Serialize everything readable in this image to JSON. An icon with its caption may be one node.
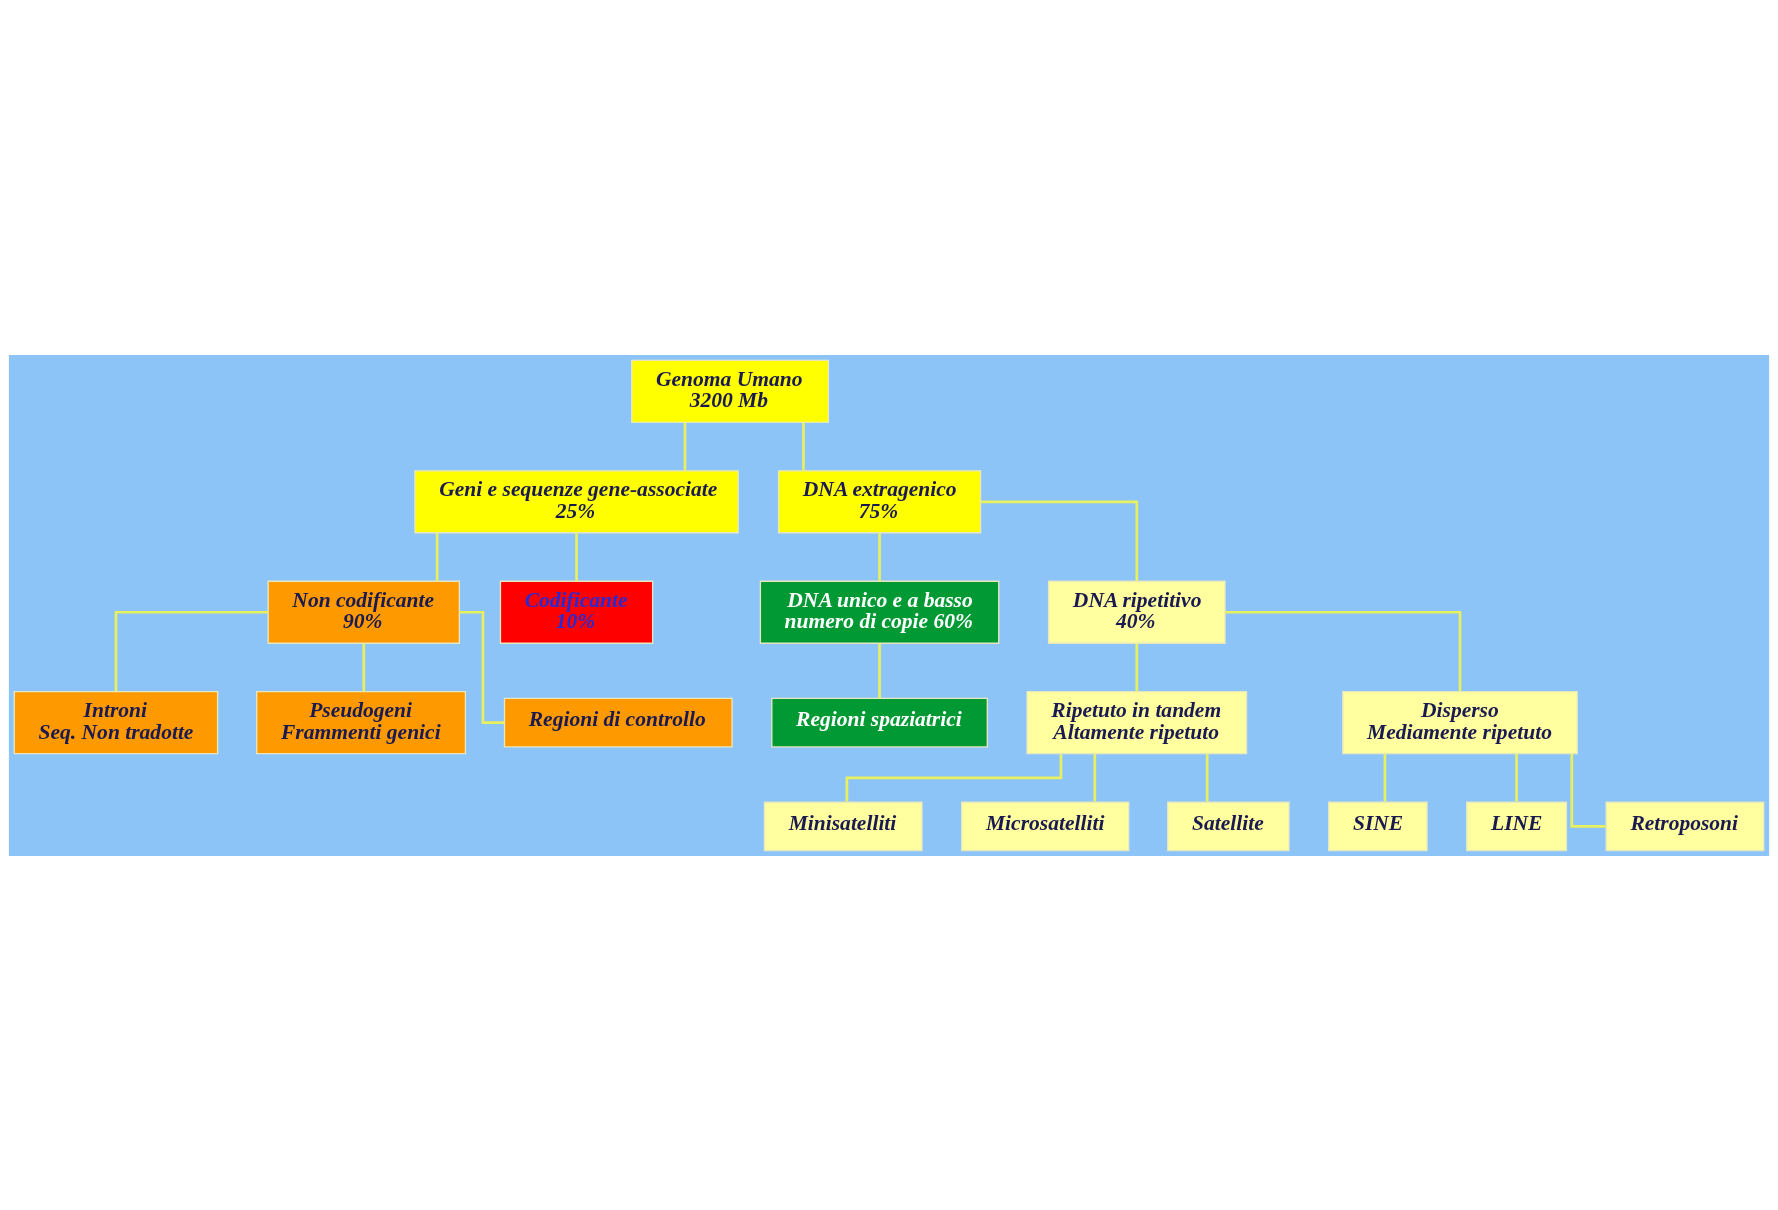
{
  "diagram": {
    "nodes": [
      {
        "text": [
          "Genoma Umano",
          "3200 Mb"
        ]
      },
      {
        "text": [
          "Geni e sequenze gene-associate",
          "25%"
        ]
      },
      {
        "text": [
          "DNA extragenico",
          "75%"
        ]
      },
      {
        "text": [
          "Non codificante",
          "90%"
        ]
      },
      {
        "text": [
          "Codificante",
          "10%"
        ]
      },
      {
        "text": [
          "DNA unico e a basso numero di copie 60%"
        ]
      },
      {
        "text": [
          "DNA ripetitivo",
          "40%"
        ]
      },
      {
        "text": [
          "Regioni spaziatrici"
        ]
      },
      {
        "text": [
          "Introni",
          "Seq. Non tradotte"
        ]
      },
      {
        "text": [
          "Pseudogeni",
          "Frammenti genici"
        ]
      },
      {
        "text": [
          "Regioni di controllo"
        ]
      },
      {
        "text": [
          "Ripetuto in tandem",
          "Altamente ripetuto"
        ]
      },
      {
        "text": [
          "Disperso",
          "Mediamente ripetuto"
        ]
      },
      {
        "text": [
          "Minisatelliti"
        ]
      },
      {
        "text": [
          "Microsatelliti"
        ]
      },
      {
        "text": [
          "Satellite"
        ]
      },
      {
        "text": [
          "SINE"
        ]
      },
      {
        "text": [
          "LINE"
        ]
      },
      {
        "text": [
          "Retroposoni"
        ]
      }
    ],
    "edges": [
      {
        "from": 0,
        "to": 1,
        "arrow": "none"
      },
      {
        "from": 0,
        "to": 2,
        "arrow": "none"
      },
      {
        "from": 1,
        "to": 3,
        "arrow": "none"
      },
      {
        "from": 1,
        "to": 4,
        "arrow": "none"
      },
      {
        "from": 2,
        "to": 5,
        "arrow": "none"
      },
      {
        "from": 2,
        "to": 6,
        "arrow": "none"
      },
      {
        "from": 5,
        "to": 7,
        "arrow": "none"
      },
      {
        "from": 3,
        "to": 8,
        "arrow": "none"
      },
      {
        "from": 3,
        "to": 9,
        "arrow": "none"
      },
      {
        "from": 3,
        "to": 10,
        "arrow": "none"
      },
      {
        "from": 6,
        "to": 11,
        "arrow": "none"
      },
      {
        "from": 6,
        "to": 12,
        "arrow": "none"
      },
      {
        "from": 11,
        "to": 13,
        "arrow": "none"
      },
      {
        "from": 11,
        "to": 14,
        "arrow": "none"
      },
      {
        "from": 11,
        "to": 15,
        "arrow": "none"
      },
      {
        "from": 12,
        "to": 16,
        "arrow": "none"
      },
      {
        "from": 12,
        "to": 17,
        "arrow": "none"
      },
      {
        "from": 12,
        "to": 18,
        "arrow": "none"
      }
    ]
  }
}
